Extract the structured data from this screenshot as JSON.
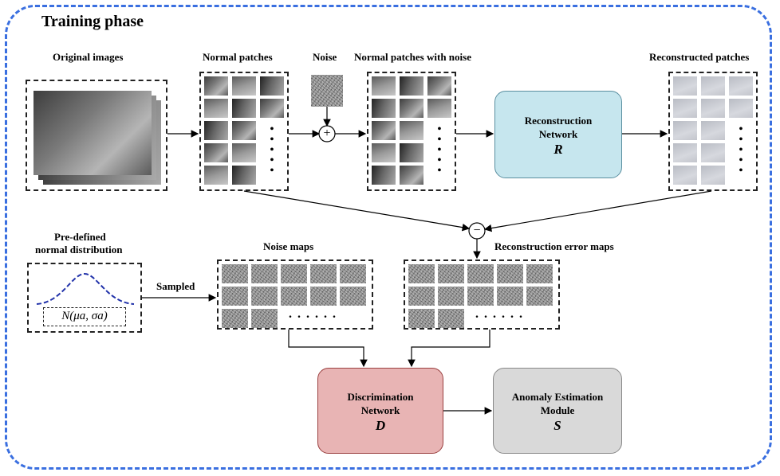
{
  "title": "Training phase",
  "labels": {
    "original_images": "Original images",
    "normal_patches": "Normal patches",
    "noise": "Noise",
    "normal_patches_noise": "Normal patches with noise",
    "reconstructed_patches": "Reconstructed patches",
    "predefined_line1": "Pre-defined",
    "predefined_line2": "normal distribution",
    "noise_maps": "Noise maps",
    "recon_error_maps": "Reconstruction error maps",
    "sampled": "Sampled",
    "distribution_formula": "N(μa, σa)"
  },
  "operators": {
    "add": "+",
    "subtract": "−"
  },
  "networks": {
    "reconstruction": {
      "line1": "Reconstruction",
      "line2": "Network",
      "symbol": "R",
      "color": "#c6e6ee"
    },
    "discrimination": {
      "line1": "Discrimination",
      "line2": "Network",
      "symbol": "D",
      "color": "#e8b4b4"
    },
    "anomaly": {
      "line1": "Anomaly Estimation",
      "line2": "Module",
      "symbol": "S",
      "color": "#d9d9d9"
    }
  },
  "ellipsis": {
    "vertical": "•\n•\n•\n•\n•",
    "horizontal": "......"
  },
  "colors": {
    "frame": "#3a6fe0",
    "curve": "#2233aa"
  }
}
